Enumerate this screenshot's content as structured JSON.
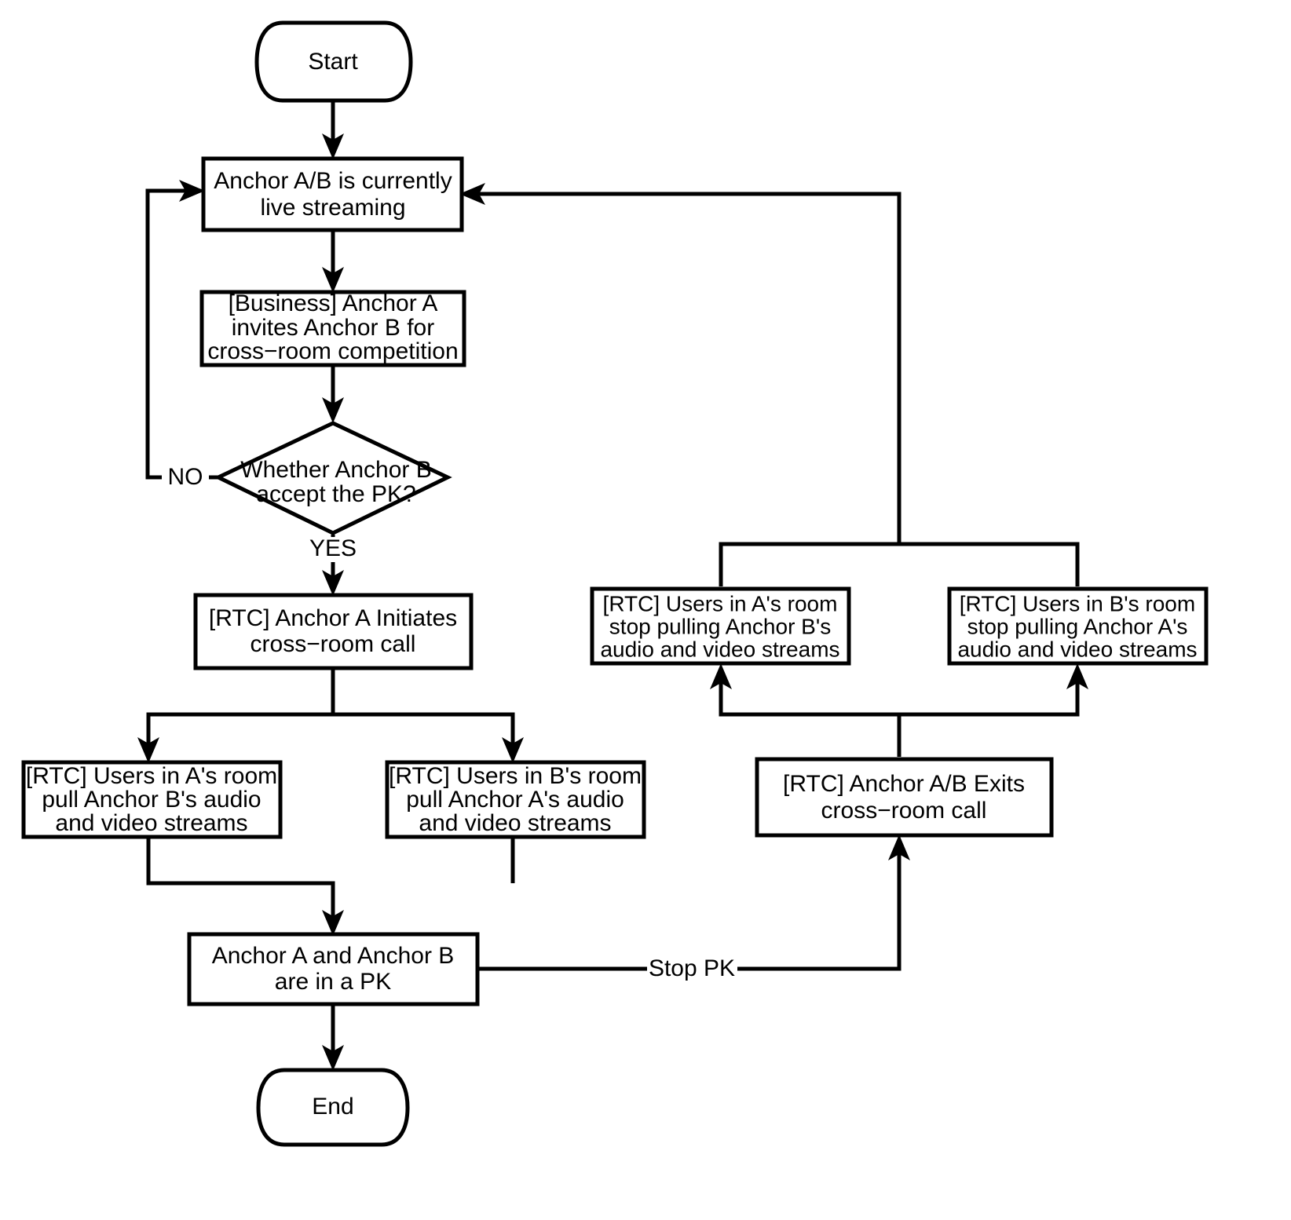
{
  "diagram": {
    "type": "flowchart",
    "title": "Cross-room PK (competition) live streaming flow",
    "background_color": "#ffffff",
    "line_color": "#000000",
    "text_color": "#000000",
    "nodes": {
      "start": {
        "label": "Start",
        "shape": "terminator"
      },
      "live_streaming": {
        "label_line1": "Anchor A/B is currently",
        "label_line2": "live streaming",
        "shape": "process"
      },
      "invite": {
        "label_line1": "[Business] Anchor A",
        "label_line2": "invites Anchor B for",
        "label_line3": "cross−room competition",
        "shape": "process"
      },
      "decision": {
        "label_line1": "Whether Anchor B",
        "label_line2": "accept the PK?",
        "shape": "decision"
      },
      "initiate_call": {
        "label_line1": "[RTC] Anchor A Initiates",
        "label_line2": "cross−room call",
        "shape": "process"
      },
      "pull_a": {
        "label_line1": "[RTC] Users in A's room",
        "label_line2": "pull Anchor B's audio",
        "label_line3": "and video streams",
        "shape": "process"
      },
      "pull_b": {
        "label_line1": "[RTC] Users in B's room",
        "label_line2": "pull Anchor A's audio",
        "label_line3": "and video streams",
        "shape": "process"
      },
      "in_pk": {
        "label_line1": "Anchor A and Anchor B",
        "label_line2": "are in a PK",
        "shape": "process"
      },
      "end": {
        "label": "End",
        "shape": "terminator"
      },
      "stop_pull_a": {
        "label_line1": "[RTC] Users in A's room",
        "label_line2": "stop pulling Anchor B's",
        "label_line3": "audio and video streams",
        "shape": "process"
      },
      "stop_pull_b": {
        "label_line1": "[RTC] Users in B's room",
        "label_line2": "stop pulling Anchor A's",
        "label_line3": "audio and video streams",
        "shape": "process"
      },
      "exit_call": {
        "label_line1": "[RTC] Anchor A/B Exits",
        "label_line2": "cross−room call",
        "shape": "process"
      }
    },
    "edge_labels": {
      "no": "NO",
      "yes": "YES",
      "stop_pk": "Stop PK"
    }
  }
}
